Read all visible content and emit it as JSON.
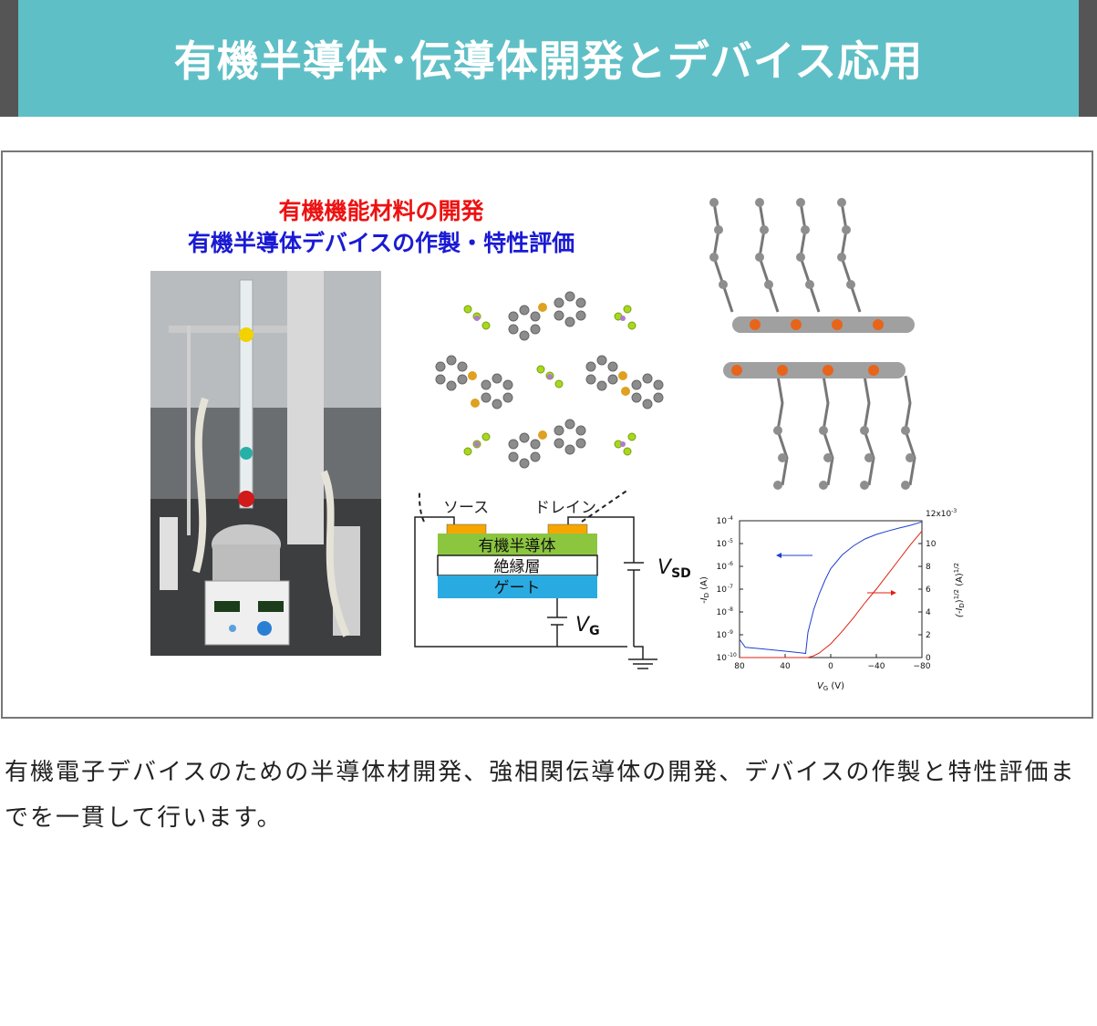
{
  "header": {
    "title": "有機半導体･伝導体開発とデバイス応用"
  },
  "figure": {
    "title_line1": "有機機能材料の開発",
    "title_line2": "有機半導体デバイスの作製・特性評価",
    "scheme": {
      "source_label": "ソース",
      "drain_label": "ドレイン",
      "semiconductor_label": "有機半導体",
      "insulator_label": "絶縁層",
      "gate_label": "ゲート",
      "vsd_symbol": "V",
      "vsd_sub": "SD",
      "vg_symbol": "V",
      "vg_sub": "G"
    },
    "colors": {
      "semiconductor": "#8cc63f",
      "gate": "#29abe2",
      "electrode": "#f7a600",
      "title_red": "#ee1111",
      "title_blue": "#1a1ad4"
    }
  },
  "chart_data": {
    "type": "line",
    "x_label_main": "V",
    "x_label_sub": "G",
    "x_label_unit": "(V)",
    "y_label_left": "-I",
    "y_label_left_sub": "D",
    "y_label_left_unit": "(A)",
    "y_label_right": "(-I",
    "y_label_right_sub": "D",
    "y_label_right_tail": ")",
    "y_label_right_sup": "1/2",
    "y_label_right_unit": "(A)",
    "y_label_right_unit_sup": "1/2",
    "right_axis_multiplier": "12x10",
    "right_axis_multiplier_exp": "-3",
    "x_ticks": [
      "80",
      "40",
      "0",
      "−40",
      "−80"
    ],
    "x_range": [
      80,
      -80
    ],
    "left_ticks": [
      "10",
      "10",
      "10",
      "10",
      "10",
      "10",
      "10"
    ],
    "left_ticks_exp": [
      "-4",
      "-5",
      "-6",
      "-7",
      "-8",
      "-9",
      "-10"
    ],
    "left_range_log": [
      -10,
      -4
    ],
    "right_ticks": [
      "10",
      "8",
      "6",
      "4",
      "2",
      "0"
    ],
    "right_range": [
      0,
      12
    ],
    "series": [
      {
        "color": "#1f3fd0",
        "axis": "left",
        "x": [
          80,
          75,
          60,
          40,
          25,
          22,
          20,
          15,
          10,
          5,
          0,
          -10,
          -20,
          -30,
          -40,
          -50,
          -60,
          -70,
          -80
        ],
        "y_log": [
          -9.2,
          -9.55,
          -9.62,
          -9.72,
          -9.8,
          -9.82,
          -8.9,
          -7.9,
          -7.2,
          -6.6,
          -6.1,
          -5.5,
          -5.1,
          -4.8,
          -4.6,
          -4.45,
          -4.32,
          -4.2,
          -4.05
        ]
      },
      {
        "color": "#e02010",
        "axis": "right",
        "x": [
          80,
          40,
          20,
          15,
          10,
          0,
          -10,
          -20,
          -30,
          -40,
          -50,
          -60,
          -70,
          -80
        ],
        "y": [
          0,
          0,
          0,
          0.15,
          0.4,
          1.2,
          2.3,
          3.5,
          4.8,
          6.0,
          7.3,
          8.6,
          9.9,
          11.1
        ]
      }
    ]
  },
  "caption": {
    "text": "有機電子デバイスのための半導体材開発、強相関伝導体の開発、デバイスの作製と特性評価までを一貫して行います。"
  }
}
